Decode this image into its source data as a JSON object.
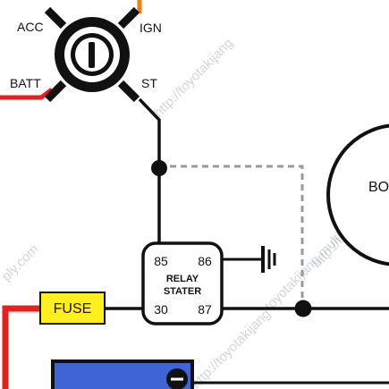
{
  "ignition_switch": {
    "labels": {
      "acc": "ACC",
      "ign": "IGN",
      "batt": "BATT",
      "st": "ST"
    }
  },
  "relay": {
    "name_line1": "RELAY",
    "name_line2": "STATER",
    "pins": {
      "p85": "85",
      "p86": "86",
      "p30": "30",
      "p87": "87"
    }
  },
  "fuse": {
    "label": "FUSE",
    "fill_color": "#ffef1f"
  },
  "partial_component": {
    "label": "BO"
  },
  "watermarks": {
    "top": "http://toyotakijang",
    "middle": "toyotakijang.multiply.com",
    "left": "ply.com",
    "right": "http://toyotakijang.multiply.com",
    "bottom": "http://toyotakijang"
  },
  "colors": {
    "battery_wire": "#e8201c",
    "ign_wire": "#f07d10",
    "battery_body": "#3f64d6",
    "wire": "#111111",
    "dashed_wire": "#999999"
  }
}
